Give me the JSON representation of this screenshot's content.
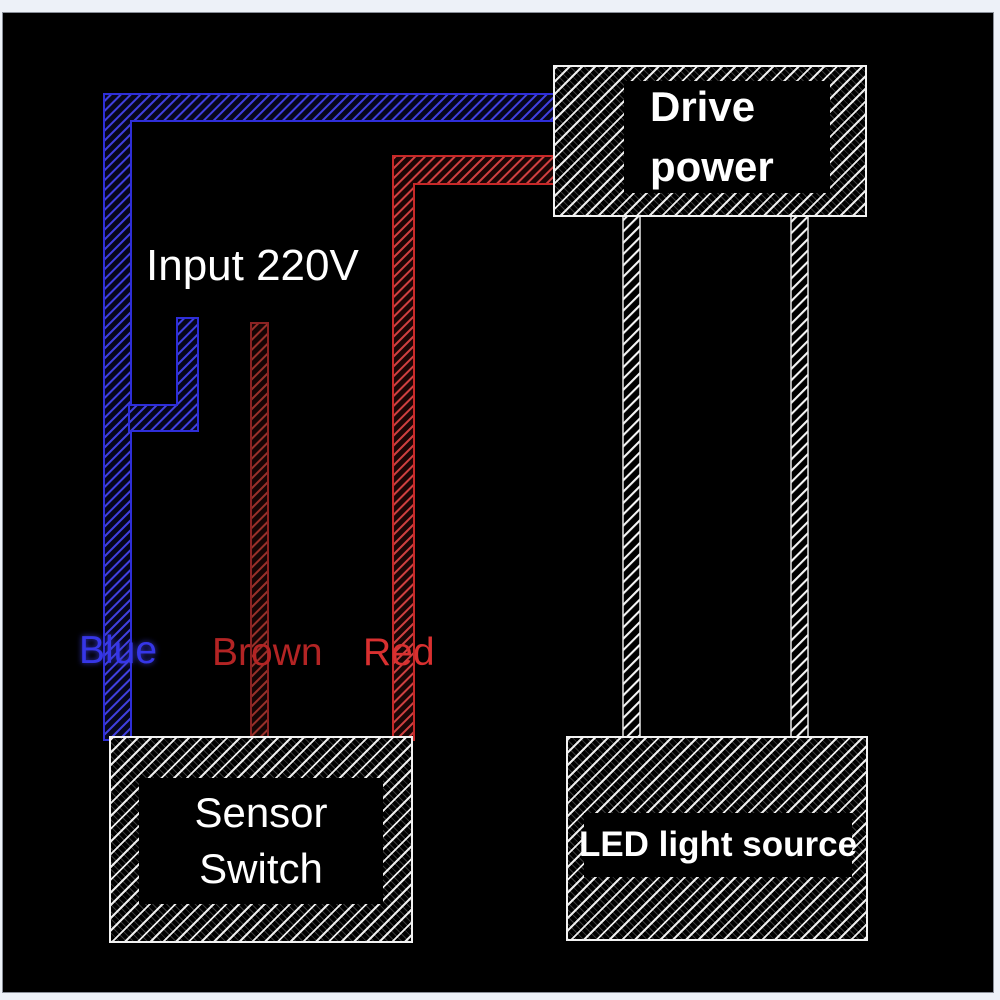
{
  "labels": {
    "input_voltage": "Input 220V",
    "wire_blue": "Blue",
    "wire_brown": "Brown",
    "wire_red": "Red"
  },
  "boxes": {
    "drive_power": {
      "line1": "Drive",
      "line2": "power"
    },
    "sensor_switch": {
      "line1": "Sensor",
      "line2": "Switch"
    },
    "led": {
      "label": "LED light source"
    }
  },
  "colors": {
    "blue_wire": "#2e2ed8",
    "blue_label": "#3636e8",
    "brown_wire": "#8a2222",
    "brown_label": "#b32424",
    "red_wire": "#c62828",
    "red_label": "#d93030",
    "white_wire": "#e8e8e8",
    "diagram_background": "#000000",
    "page_background": "#edf1f8"
  }
}
